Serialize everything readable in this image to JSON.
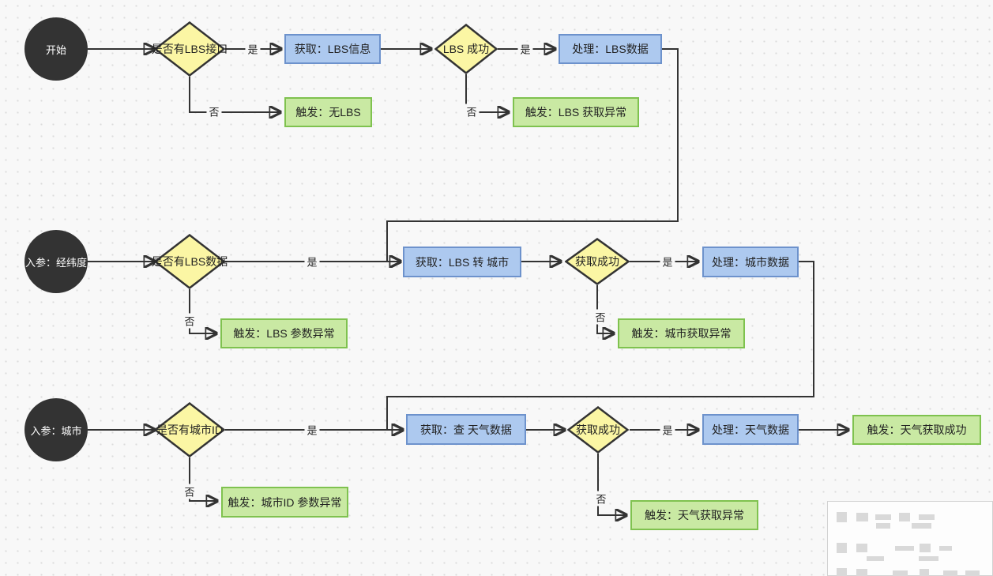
{
  "labels": {
    "yes": "是",
    "no": "否"
  },
  "nodes": {
    "start": "开始",
    "has_lbs_api": "是否有LBS接口",
    "get_lbs_info": "获取：LBS信息",
    "lbs_success": "LBS 成功",
    "handle_lbs_data": "处理：LBS数据",
    "trigger_no_lbs": "触发：无LBS",
    "trigger_lbs_fetch_error": "触发：LBS 获取异常",
    "input_latlng": "入参：经纬度",
    "has_lbs_data": "是否有LBS数据",
    "get_lbs_to_city": "获取：LBS 转 城市",
    "city_fetch_success": "获取成功",
    "handle_city_data": "处理：城市数据",
    "trigger_lbs_param_error": "触发：LBS 参数异常",
    "trigger_city_fetch_error": "触发：城市获取异常",
    "input_city": "入参：城市",
    "has_city_id": "是否有城市ID",
    "get_weather_data": "获取：查 天气数据",
    "weather_fetch_success": "获取成功",
    "handle_weather_data": "处理：天气数据",
    "trigger_weather_success": "触发：天气获取成功",
    "trigger_city_id_param_error": "触发：城市ID 参数异常",
    "trigger_weather_fetch_error": "触发：天气获取异常"
  },
  "colors": {
    "node_dark": "#333333",
    "diamond_fill": "#fbf6a4",
    "diamond_stroke": "#333333",
    "process_fill": "#adc9ef",
    "process_stroke": "#6d92cc",
    "trigger_fill": "#c9e9a3",
    "trigger_stroke": "#7fc24f",
    "edge": "#333333",
    "canvas_bg": "#f8f8f8",
    "dot": "#dcdcdc",
    "minimap_bg": "#fdfdfd",
    "minimap_border": "#d2d2d2",
    "minimap_shape": "#d9d9d9"
  }
}
